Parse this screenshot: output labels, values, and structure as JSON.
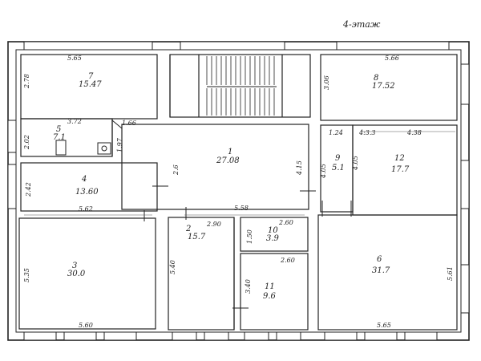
{
  "floor_label": "4-этаж",
  "rooms": [
    {
      "id": "r7",
      "number": "7",
      "area": "15.47",
      "dim_w": "5.65",
      "dim_h": "2.78"
    },
    {
      "id": "r8",
      "number": "8",
      "area": "17.52",
      "dim_w": "5.66",
      "dim_h": "3.06"
    },
    {
      "id": "r5",
      "number": "5",
      "area": "7.1",
      "dim_w": "3.72",
      "dim_h": "2.02",
      "dim_extra": "1.66"
    },
    {
      "id": "r1",
      "number": "1",
      "area": "27.08",
      "dim_w": "5.58",
      "dim_h": "2.6",
      "dim_extra": "4.15"
    },
    {
      "id": "r4",
      "number": "4",
      "area": "13.60",
      "dim_w": "5.62",
      "dim_h": "2.42"
    },
    {
      "id": "r9",
      "number": "9",
      "area": "5.1",
      "dim_w": "1.24",
      "dim_h": "4.05"
    },
    {
      "id": "r12",
      "number": "12",
      "area": "17.7",
      "dim_w": "4.38",
      "dim_h": "4.05",
      "dim_extra": "4:3.3"
    },
    {
      "id": "r2",
      "number": "2",
      "area": "15.7",
      "dim_w": "2.90",
      "dim_h": "5.40"
    },
    {
      "id": "r10",
      "number": "10",
      "area": "3.9",
      "dim_w": "2.60",
      "dim_h": "1.50"
    },
    {
      "id": "r11",
      "number": "11",
      "area": "9.6",
      "dim_w": "2.60",
      "dim_h": "3.40"
    },
    {
      "id": "r3",
      "number": "3",
      "area": "30.0",
      "dim_w": "5.60",
      "dim_h": "5.35"
    },
    {
      "id": "r6",
      "number": "6",
      "area": "31.7",
      "dim_w": "5.65",
      "dim_h": "5.61"
    }
  ],
  "misc_dims": {
    "d_1_97": "1.97"
  }
}
